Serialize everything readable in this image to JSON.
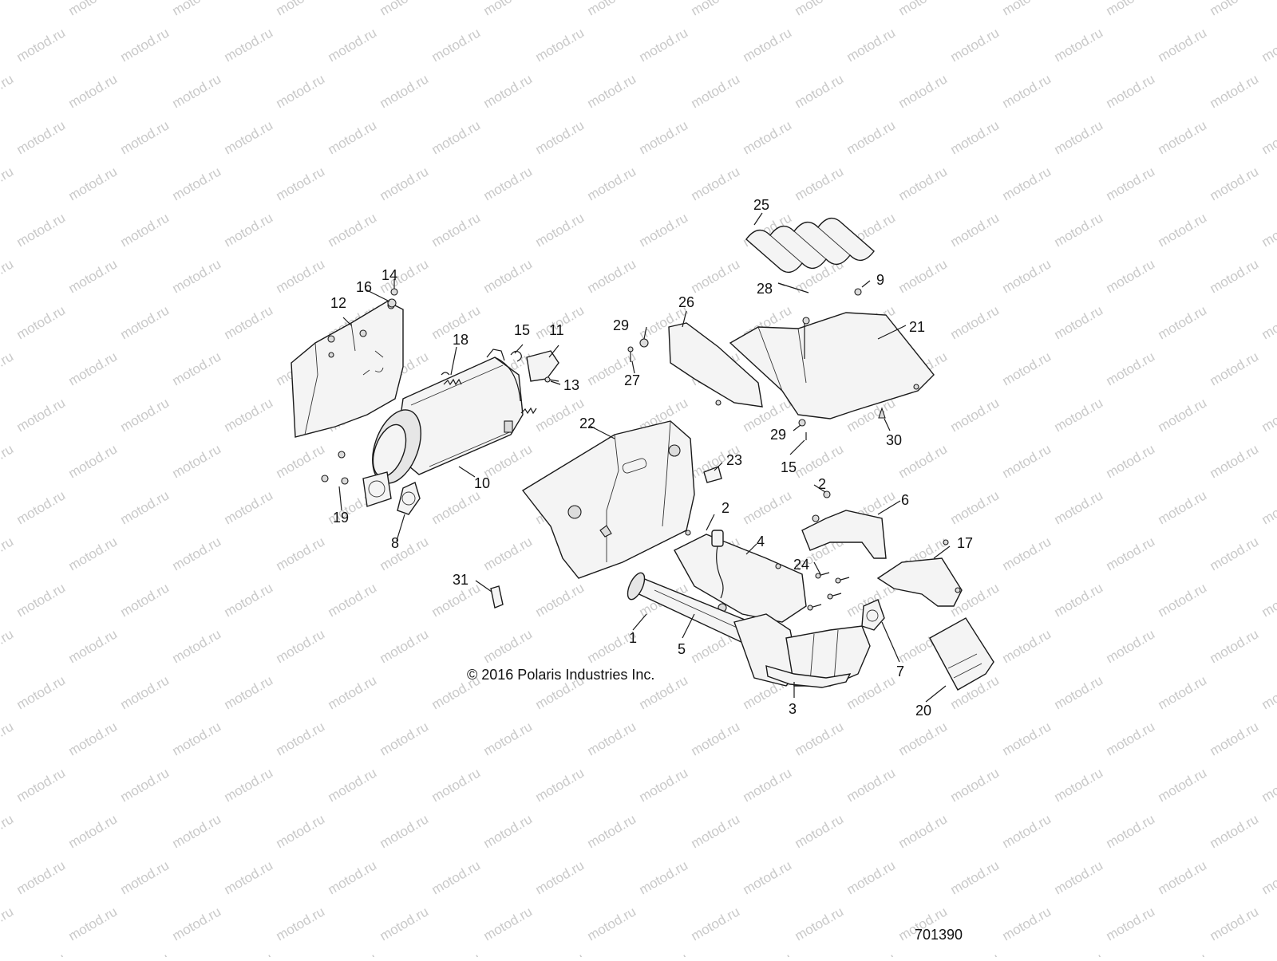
{
  "diagram": {
    "watermark_text": "motod.ru",
    "copyright": "© 2016 Polaris Industries Inc.",
    "diagram_id": "701390",
    "callouts": [
      {
        "id": "c1",
        "label": "1"
      },
      {
        "id": "c2a",
        "label": "2"
      },
      {
        "id": "c2b",
        "label": "2"
      },
      {
        "id": "c3",
        "label": "3"
      },
      {
        "id": "c4",
        "label": "4"
      },
      {
        "id": "c5",
        "label": "5"
      },
      {
        "id": "c6",
        "label": "6"
      },
      {
        "id": "c7",
        "label": "7"
      },
      {
        "id": "c8",
        "label": "8"
      },
      {
        "id": "c9",
        "label": "9"
      },
      {
        "id": "c10",
        "label": "10"
      },
      {
        "id": "c11",
        "label": "11"
      },
      {
        "id": "c12",
        "label": "12"
      },
      {
        "id": "c13",
        "label": "13"
      },
      {
        "id": "c14",
        "label": "14"
      },
      {
        "id": "c15a",
        "label": "15"
      },
      {
        "id": "c15b",
        "label": "15"
      },
      {
        "id": "c16",
        "label": "16"
      },
      {
        "id": "c17",
        "label": "17"
      },
      {
        "id": "c18",
        "label": "18"
      },
      {
        "id": "c19",
        "label": "19"
      },
      {
        "id": "c20",
        "label": "20"
      },
      {
        "id": "c21",
        "label": "21"
      },
      {
        "id": "c22",
        "label": "22"
      },
      {
        "id": "c23",
        "label": "23"
      },
      {
        "id": "c24",
        "label": "24"
      },
      {
        "id": "c25",
        "label": "25"
      },
      {
        "id": "c26",
        "label": "26"
      },
      {
        "id": "c27",
        "label": "27"
      },
      {
        "id": "c28",
        "label": "28"
      },
      {
        "id": "c29a",
        "label": "29"
      },
      {
        "id": "c29b",
        "label": "29"
      },
      {
        "id": "c30",
        "label": "30"
      },
      {
        "id": "c31",
        "label": "31"
      }
    ]
  }
}
